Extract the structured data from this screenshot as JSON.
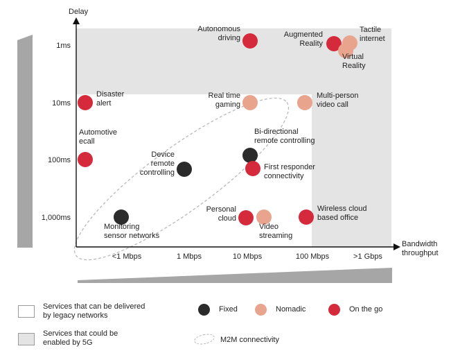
{
  "chart_data": {
    "type": "scatter",
    "xlabel": "Bandwidth\nthroughput",
    "ylabel": "Delay",
    "x_categories": [
      "<1 Mbps",
      "1 Mbps",
      "10 Mbps",
      "100 Mbps",
      ">1 Gbps"
    ],
    "y_categories": [
      "1ms",
      "10ms",
      "100ms",
      "1,000ms"
    ],
    "points": [
      {
        "label": "Autonomous\ndriving",
        "x": "10 Mbps",
        "y": "1ms",
        "category": "On the go"
      },
      {
        "label": "Augmented\nReality",
        "x": "100 Mbps",
        "y": "1ms",
        "category": "On the go"
      },
      {
        "label": "Tactile\ninternet",
        "x": "100 Mbps",
        "y": "1ms",
        "category": "Nomadic"
      },
      {
        "label": "Virtual\nReality",
        "x": "100 Mbps",
        "y": "1ms",
        "category": "Nomadic"
      },
      {
        "label": "Disaster\nalert",
        "x": "<1 Mbps",
        "y": "10ms",
        "category": "On the go"
      },
      {
        "label": "Real time\ngaming",
        "x": "10 Mbps",
        "y": "10ms",
        "category": "Nomadic"
      },
      {
        "label": "Multi-person\nvideo call",
        "x": "100 Mbps",
        "y": "10ms",
        "category": "Nomadic"
      },
      {
        "label": "Automotive\necall",
        "x": "<1 Mbps",
        "y": "100ms",
        "category": "On the go"
      },
      {
        "label": "Device\nremote\ncontrolling",
        "x": "1 Mbps",
        "y": "100ms",
        "category": "Fixed"
      },
      {
        "label": "Bi-directional\nremote controlling",
        "x": "10 Mbps",
        "y": "100ms",
        "category": "Fixed"
      },
      {
        "label": "First responder\nconnectivity",
        "x": "10 Mbps",
        "y": "100ms",
        "category": "On the go"
      },
      {
        "label": "Monitoring\nsensor networks",
        "x": "<1 Mbps",
        "y": "1,000ms",
        "category": "Fixed"
      },
      {
        "label": "Personal\ncloud",
        "x": "10 Mbps",
        "y": "1,000ms",
        "category": "On the go"
      },
      {
        "label": "Video\nstreaming",
        "x": "10 Mbps",
        "y": "1,000ms",
        "category": "Nomadic"
      },
      {
        "label": "Wireless cloud\nbased office",
        "x": "100 Mbps",
        "y": "1,000ms",
        "category": "On the go"
      }
    ]
  },
  "colors": {
    "Fixed": "#2b2b2b",
    "Nomadic": "#e9a48e",
    "On the go": "#d42a3b",
    "region_5g": "#e4e4e4",
    "region_legacy": "#ffffff",
    "wedge": "#a6a6a6"
  },
  "legend": {
    "legacy_text": "Services that can be delivered\nby legacy networks",
    "fiveg_text": "Services that could be\nenabled by 5G",
    "fixed_label": "Fixed",
    "nomadic_label": "Nomadic",
    "onthego_label": "On the go",
    "m2m_label": "M2M connectivity"
  }
}
